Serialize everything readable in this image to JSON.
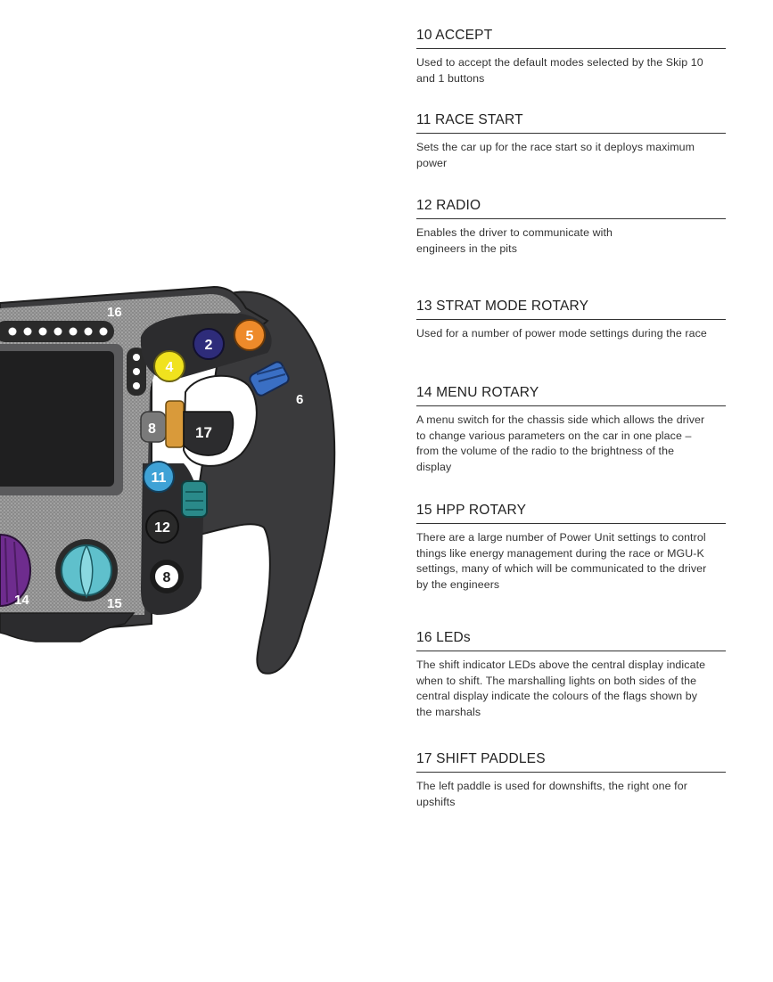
{
  "entries": [
    {
      "title": "10 ACCEPT",
      "lines": [
        "Used to accept the default modes selected by the Skip 10",
        "and 1 buttons"
      ]
    },
    {
      "title": "11 RACE START",
      "lines": [
        "Sets the car up for the race start so it deploys maximum",
        "power"
      ]
    },
    {
      "title": "12 RADIO",
      "lines": [
        "Enables the driver to communicate with",
        "engineers in the pits"
      ]
    },
    {
      "title": "13 STRAT MODE ROTARY",
      "lines": [
        "Used for a number of power mode settings during the race"
      ]
    },
    {
      "title": "14 MENU ROTARY",
      "lines": [
        "A menu switch for the chassis side which allows the driver",
        "to change various parameters on the car in one place –",
        "from the volume of the radio to the brightness of the",
        "display"
      ]
    },
    {
      "title": "15 HPP ROTARY",
      "lines": [
        "There are a large number of Power Unit settings to control",
        "things like energy management during the race or MGU-K",
        "settings, many of which will be communicated to the driver",
        "by the engineers"
      ]
    },
    {
      "title": "16 LEDs",
      "lines": [
        "The shift indicator LEDs above the central display indicate",
        "when to shift. The marshalling lights on both sides of the",
        "central display indicate the colours of the flags shown by",
        "the marshals"
      ]
    },
    {
      "title": "17 SHIFT PADDLES",
      "lines": [
        "The left paddle is used for downshifts, the right one for",
        "upshifts"
      ]
    }
  ],
  "wheel_labels": {
    "leds": "16",
    "button_2": "2",
    "button_5": "5",
    "button_4": "4",
    "rotary_6": "6",
    "button_8_left": "8",
    "paddle_17": "17",
    "button_11": "11",
    "button_12": "12",
    "button_8_lower": "8",
    "rotary_14": "14",
    "rotary_15": "15"
  },
  "colors": {
    "body": "#3a3a3c",
    "carbon": "#8e8e8e",
    "button_2": "#2e2c7a",
    "button_5": "#ee8a2a",
    "button_4": "#f0e21e",
    "button_11": "#3fa2d6",
    "rotary_6": "#3a6fc4",
    "rotary_13": "#2a8a8a",
    "rotary_14": "#6e2c8e",
    "rotary_15": "#5fc0cc",
    "paddle_17": "#d99a3a"
  }
}
